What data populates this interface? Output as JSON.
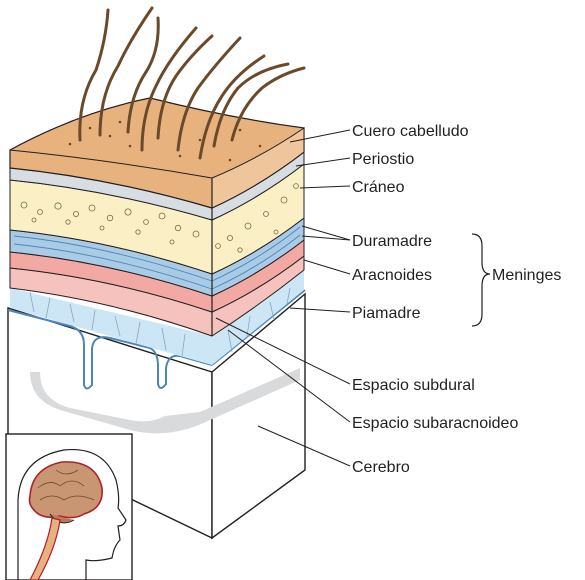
{
  "labels": {
    "scalp": "Cuero cabelludo",
    "periosteum": "Periostio",
    "skull": "Cráneo",
    "dura": "Duramadre",
    "arachnoid": "Aracnoides",
    "pia": "Piamadre",
    "meninges": "Meninges",
    "subdural": "Espacio subdural",
    "subarachnoid": "Espacio subaracnoideo",
    "brain": "Cerebro"
  },
  "colors": {
    "scalp": "#e8b27f",
    "scalp_side": "#efc69c",
    "periosteum": "#d7dde3",
    "skull": "#fbefc6",
    "dura": "#a9cbe6",
    "arachnoid": "#f2a9a4",
    "pia": "#f6c2bd",
    "subarachnoid_fluid": "#cde6f5",
    "brain_shadow": "#d9dadc",
    "hair": "#6b4a2b",
    "outline": "#231f20"
  }
}
